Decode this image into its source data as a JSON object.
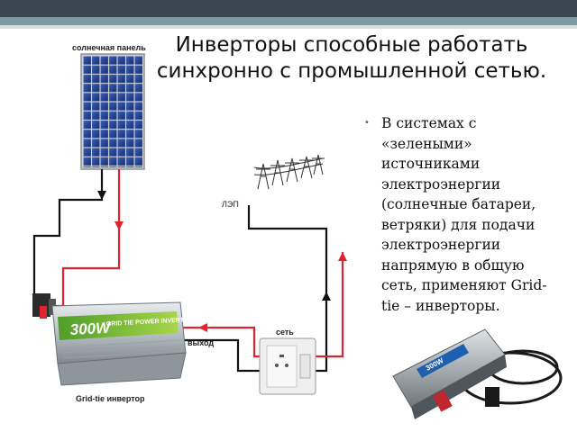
{
  "slide": {
    "title": "Инверторы  способные работать синхронно с промышленной сетью.",
    "bullet": "В системах с «зелеными» источниками электроэнергии (солнечные батареи, ветряки) для подачи электроэнергии напрямую в общую сеть, применяют Grid-tie – инверторы."
  },
  "diagram": {
    "solar_panel_label": "солнечная панель",
    "power_line_label": "ЛЭП",
    "grid_label": "сеть",
    "output_label": "выход",
    "inverter_label": "Grid-tie инвертор",
    "inverter_brand_text": "300W",
    "inverter_model_text": "GRID TIE POWER INVERTER",
    "product_brand_text": "300W"
  },
  "colors": {
    "header_dark": "#3a4750",
    "header_mid": "#7f9aa0",
    "wire_red": "#e0242f",
    "wire_black": "#111111",
    "panel_blue": "#1f3b8c",
    "bullet_accent": "#3f6d8f"
  }
}
